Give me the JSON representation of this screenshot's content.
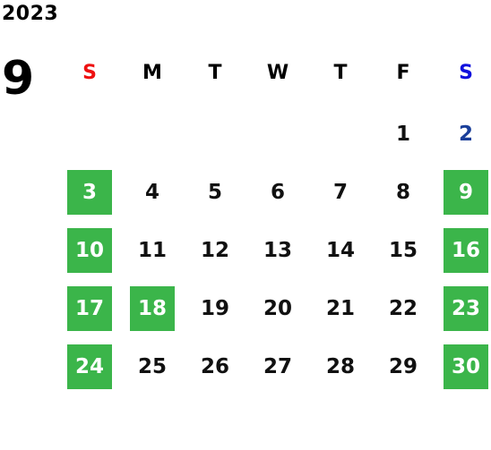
{
  "calendar": {
    "year": "2023",
    "month": "9",
    "weekdays": [
      "S",
      "M",
      "T",
      "W",
      "T",
      "F",
      "S"
    ],
    "colors": {
      "holiday_bg": "#3bb54a",
      "sunday_label": "#ee1111",
      "saturday_label": "#1111dd",
      "saturday_number": "#1a3f9a"
    },
    "weeks": [
      [
        {
          "label": "",
          "type": "empty"
        },
        {
          "label": "",
          "type": "empty"
        },
        {
          "label": "",
          "type": "empty"
        },
        {
          "label": "",
          "type": "empty"
        },
        {
          "label": "",
          "type": "empty"
        },
        {
          "label": "1",
          "type": "normal"
        },
        {
          "label": "2",
          "type": "saturday"
        }
      ],
      [
        {
          "label": "3",
          "type": "holiday"
        },
        {
          "label": "4",
          "type": "normal"
        },
        {
          "label": "5",
          "type": "normal"
        },
        {
          "label": "6",
          "type": "normal"
        },
        {
          "label": "7",
          "type": "normal"
        },
        {
          "label": "8",
          "type": "normal"
        },
        {
          "label": "9",
          "type": "holiday"
        }
      ],
      [
        {
          "label": "10",
          "type": "holiday"
        },
        {
          "label": "11",
          "type": "normal"
        },
        {
          "label": "12",
          "type": "normal"
        },
        {
          "label": "13",
          "type": "normal"
        },
        {
          "label": "14",
          "type": "normal"
        },
        {
          "label": "15",
          "type": "normal"
        },
        {
          "label": "16",
          "type": "holiday"
        }
      ],
      [
        {
          "label": "17",
          "type": "holiday"
        },
        {
          "label": "18",
          "type": "holiday"
        },
        {
          "label": "19",
          "type": "normal"
        },
        {
          "label": "20",
          "type": "normal"
        },
        {
          "label": "21",
          "type": "normal"
        },
        {
          "label": "22",
          "type": "normal"
        },
        {
          "label": "23",
          "type": "holiday"
        }
      ],
      [
        {
          "label": "24",
          "type": "holiday"
        },
        {
          "label": "25",
          "type": "normal"
        },
        {
          "label": "26",
          "type": "normal"
        },
        {
          "label": "27",
          "type": "normal"
        },
        {
          "label": "28",
          "type": "normal"
        },
        {
          "label": "29",
          "type": "normal"
        },
        {
          "label": "30",
          "type": "holiday"
        }
      ]
    ]
  }
}
